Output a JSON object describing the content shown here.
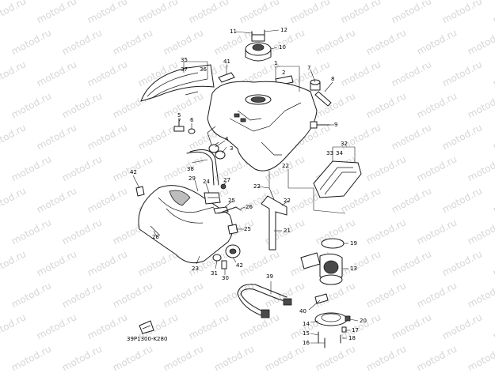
{
  "watermark_text": "motod.ru",
  "diagram_code": "39P1300-K280",
  "callouts": [
    "1",
    "2",
    "3",
    "4",
    "5",
    "6",
    "7",
    "8",
    "9",
    "10",
    "11",
    "12",
    "13",
    "14",
    "15",
    "16",
    "17",
    "18",
    "19",
    "20",
    "21",
    "22",
    "22",
    "22",
    "23",
    "24",
    "25",
    "25",
    "26",
    "27",
    "28",
    "29",
    "30",
    "31",
    "32",
    "33",
    "34",
    "35",
    "36",
    "37",
    "38",
    "39",
    "40",
    "41",
    "42",
    "42"
  ]
}
